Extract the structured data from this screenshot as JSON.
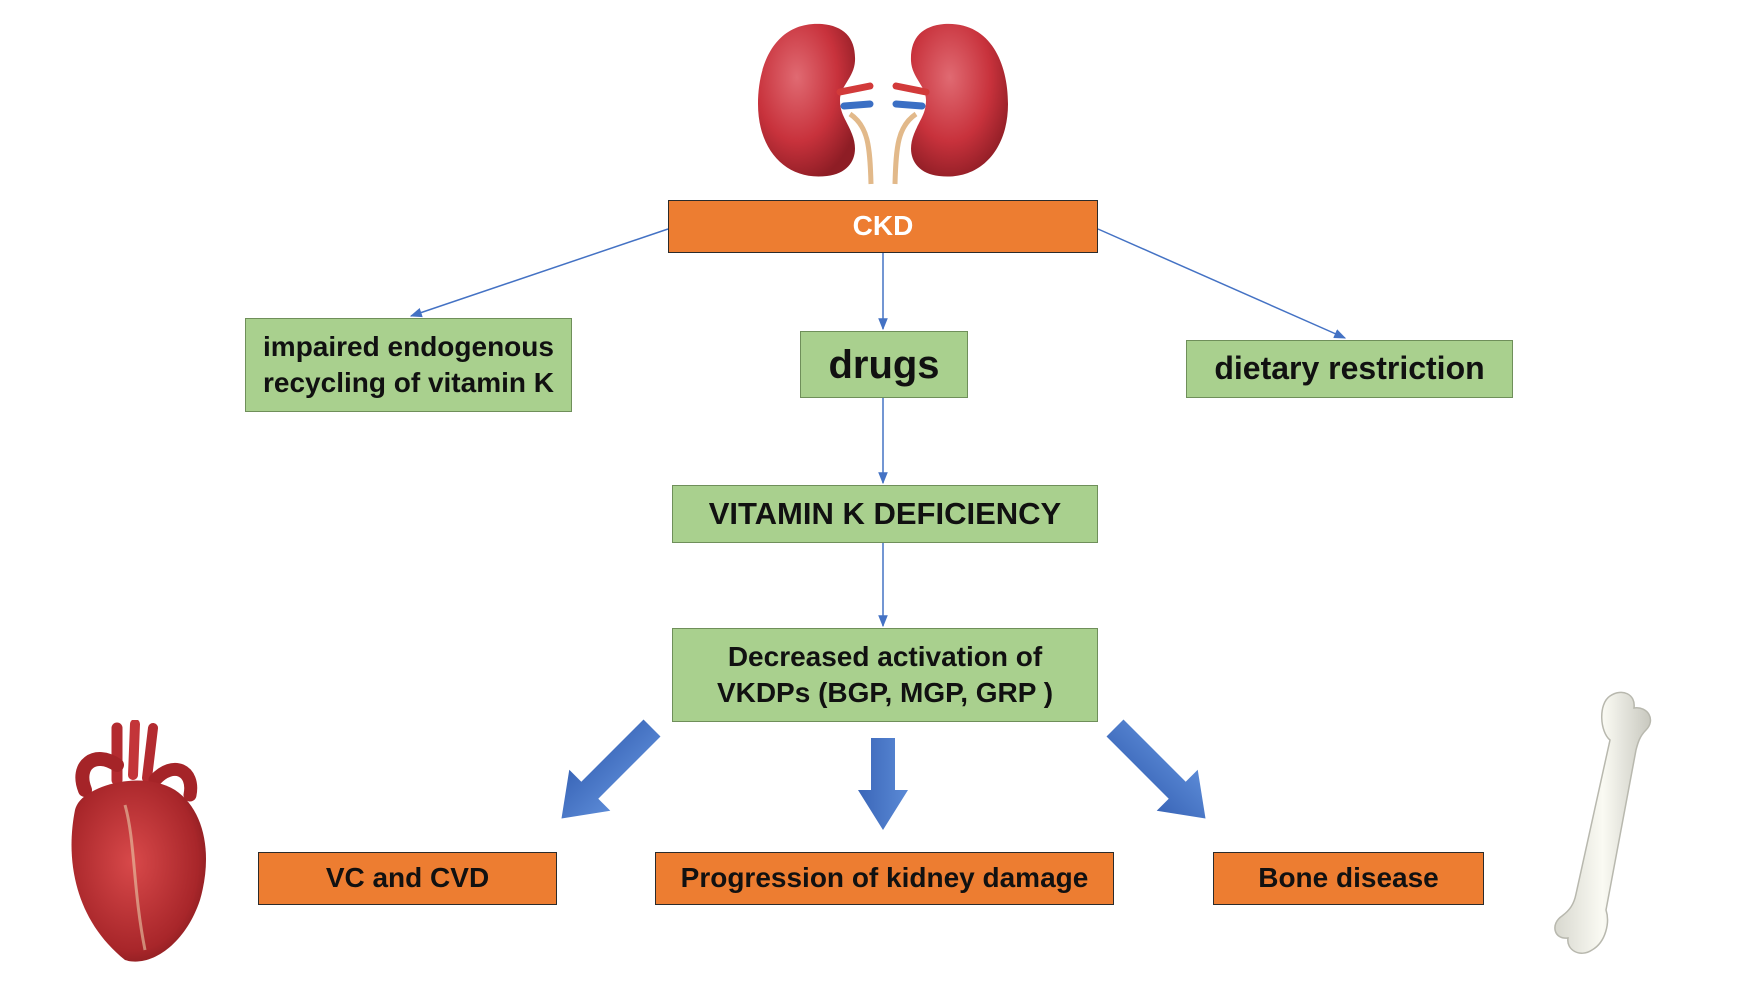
{
  "nodes": {
    "ckd": "CKD",
    "impaired": "impaired endogenous recycling of vitamin K",
    "drugs": "drugs",
    "dietary": "dietary restriction",
    "deficiency": "VITAMIN K DEFICIENCY",
    "decreased": "Decreased activation of VKDPs (BGP, MGP, GRP )",
    "vc_cvd": "VC and CVD",
    "kidney_damage": "Progression of kidney damage",
    "bone_disease": "Bone disease"
  },
  "colors": {
    "green_box": "#a9d08e",
    "orange_box": "#ed7d31",
    "connector": "#4472c4",
    "block_arrow": "#4a78c9"
  },
  "illustrations": [
    "kidneys",
    "heart",
    "bone"
  ]
}
